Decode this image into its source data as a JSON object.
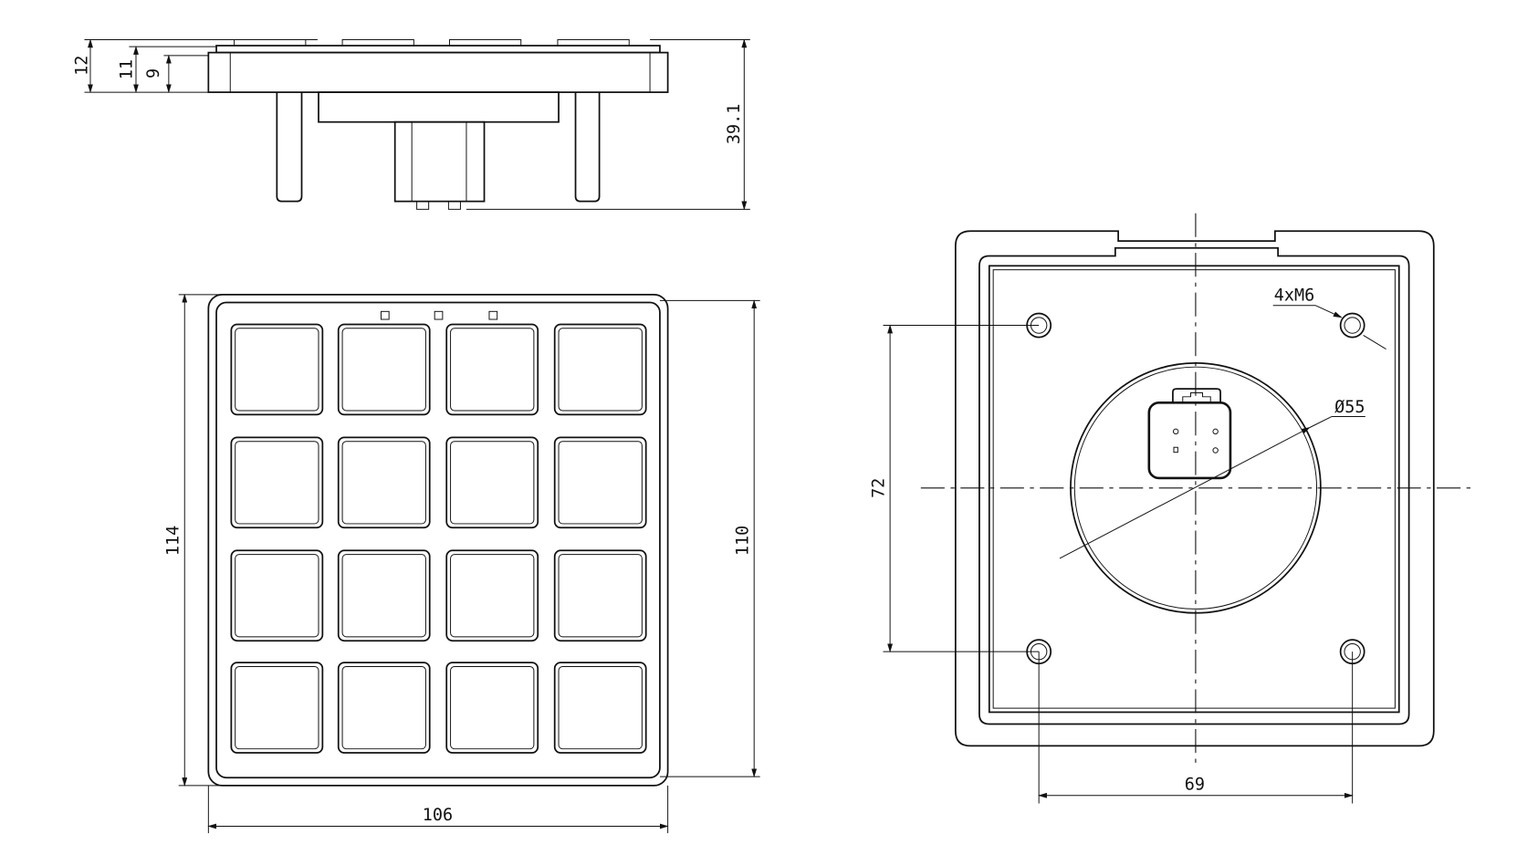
{
  "drawing": {
    "side_view": {
      "dims": {
        "overall_height": "12",
        "key_height": "11",
        "body_height": "9",
        "total_depth": "39.1"
      }
    },
    "front_view": {
      "key_grid": {
        "rows": 4,
        "cols": 4
      },
      "dims": {
        "height_outer": "114",
        "height_inner": "110",
        "width": "106"
      }
    },
    "rear_view": {
      "dims": {
        "hole_vertical_spacing": "72",
        "hole_horizontal_spacing": "69",
        "circle_diameter": "Ø55",
        "mount_holes": "4xM6"
      }
    }
  }
}
